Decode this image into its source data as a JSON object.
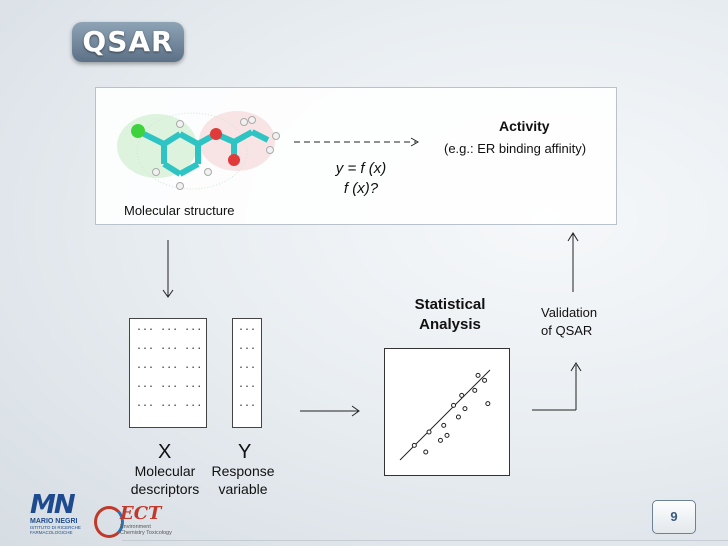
{
  "slide": {
    "title": "QSAR",
    "page_number": "9"
  },
  "top_box": {
    "molecule_label": "Molecular structure",
    "equation_1": "y = f (x)",
    "equation_2": "f (x)?",
    "activity_title": "Activity",
    "activity_example": "(e.g.: ER binding affinity)"
  },
  "matrix_x": {
    "rows": [
      "... ... ...",
      "... ... ...",
      "... ... ...",
      "... ... ...",
      "... ... ..."
    ],
    "letter": "X",
    "caption_line1": "Molecular",
    "caption_line2": "descriptors"
  },
  "matrix_y": {
    "rows": [
      "...",
      "...",
      "...",
      "...",
      "..."
    ],
    "letter": "Y",
    "caption_line1": "Response",
    "caption_line2": "variable"
  },
  "analysis": {
    "title_line1": "Statistical",
    "title_line2": "Analysis"
  },
  "validation": {
    "line1": "Validation",
    "line2": "of QSAR"
  },
  "scatter_points": [
    {
      "x": 1.0,
      "y": 1.0
    },
    {
      "x": 1.7,
      "y": 0.6
    },
    {
      "x": 1.9,
      "y": 1.8
    },
    {
      "x": 2.6,
      "y": 1.3
    },
    {
      "x": 2.8,
      "y": 2.2
    },
    {
      "x": 3.0,
      "y": 1.6
    },
    {
      "x": 3.4,
      "y": 3.4
    },
    {
      "x": 3.7,
      "y": 2.7
    },
    {
      "x": 3.9,
      "y": 4.0
    },
    {
      "x": 4.1,
      "y": 3.2
    },
    {
      "x": 4.7,
      "y": 4.3
    },
    {
      "x": 5.5,
      "y": 3.5
    },
    {
      "x": 4.9,
      "y": 5.2
    },
    {
      "x": 5.3,
      "y": 4.9
    }
  ],
  "logos": {
    "mn_text": "MN",
    "mn_name": "MARIO NEGRI",
    "mn_sub1": "ISTITUTO DI RICERCHE",
    "mn_sub2": "FARMACOLOGICHE",
    "ect_text": "ECT",
    "ect_sub1": "Environment",
    "ect_sub2": "Chemistry Toxicology"
  }
}
